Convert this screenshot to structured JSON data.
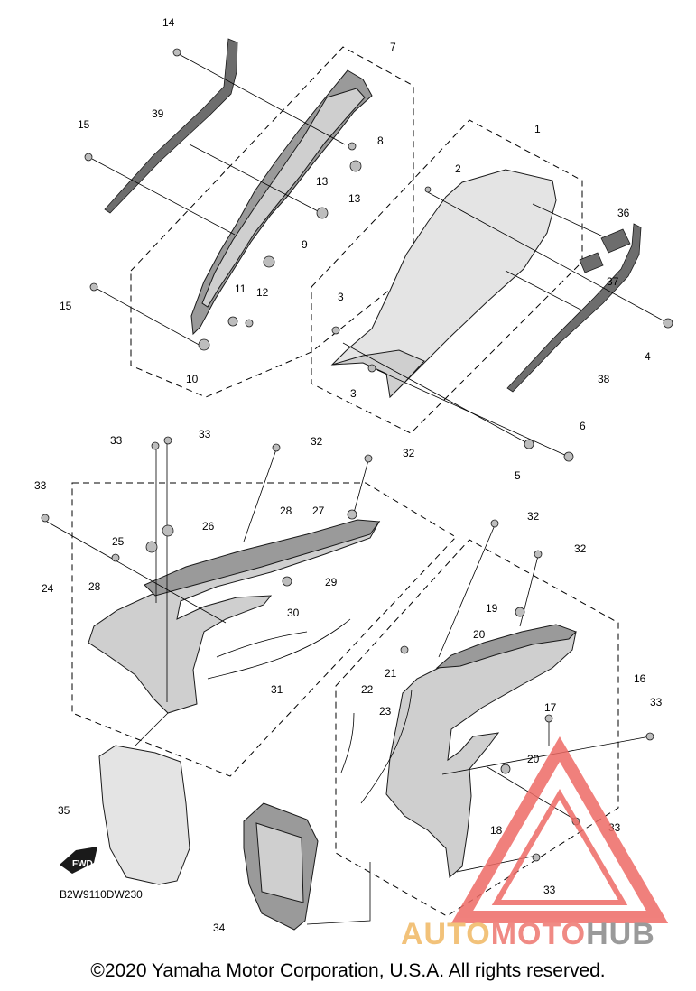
{
  "callouts": [
    "1",
    "2",
    "3",
    "4",
    "5",
    "6",
    "7",
    "8",
    "9",
    "10",
    "11",
    "12",
    "13",
    "14",
    "15",
    "16",
    "17",
    "18",
    "19",
    "20",
    "21",
    "22",
    "23",
    "24",
    "25",
    "26",
    "27",
    "28",
    "29",
    "30",
    "31",
    "32",
    "33",
    "34",
    "35",
    "36",
    "37",
    "38",
    "39"
  ],
  "fwd_label": "FWD",
  "diagram_code": "B2W9110DW230",
  "watermark": {
    "word_auto": "AUTO",
    "word_moto": "MOTO",
    "word_hub": "HUB",
    "colors": {
      "auto": "#f2c27a",
      "moto": "#f08a84",
      "hub": "#9a9a9a",
      "logo": "#ee6b66"
    }
  },
  "copyright": "©2020 Yamaha Motor Corporation, U.S.A. All rights reserved."
}
